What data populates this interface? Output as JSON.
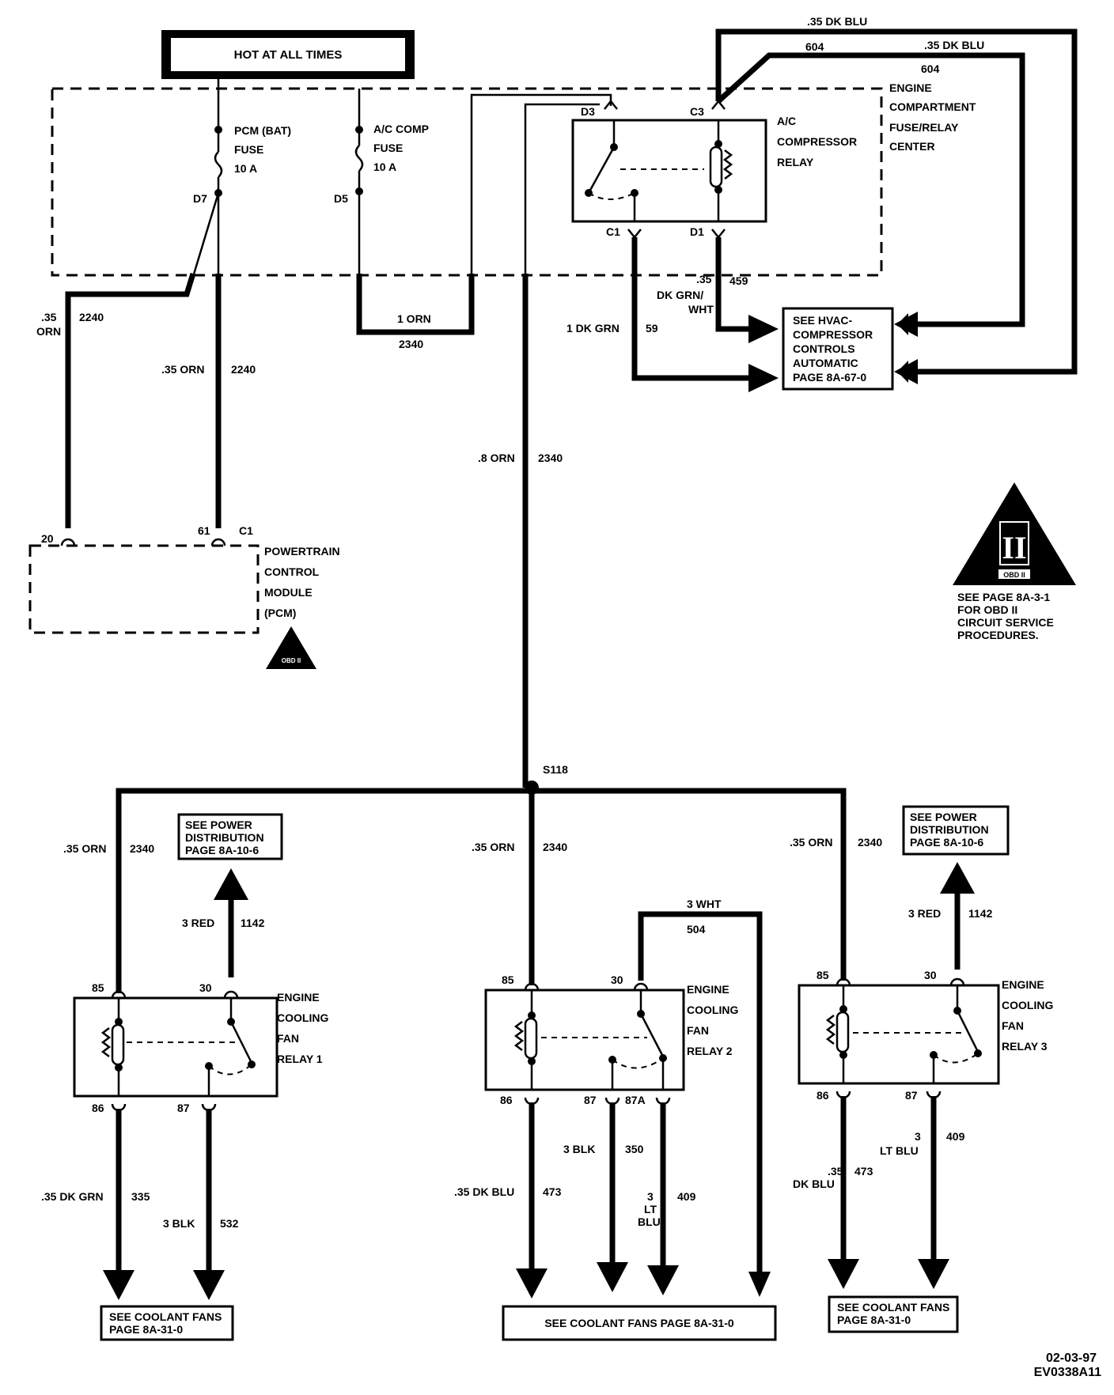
{
  "header_box": "HOT AT ALL TIMES",
  "fuses": {
    "pcm_bat": {
      "name": "PCM (BAT)",
      "word": "FUSE",
      "rating": "10 A",
      "terminal": "D7"
    },
    "ac_comp": {
      "name": "A/C COMP",
      "word": "FUSE",
      "rating": "10 A",
      "terminal": "D5"
    }
  },
  "ac_relay": {
    "lines": [
      "A/C",
      "COMPRESSOR",
      "RELAY"
    ],
    "terminals": {
      "d3": "D3",
      "c3": "C3",
      "c1": "C1",
      "d1": "D1"
    }
  },
  "ecfrc_lines": [
    "ENGINE",
    "COMPARTMENT",
    "FUSE/RELAY",
    "CENTER"
  ],
  "wires": {
    "top_blu_a_gauge": ".35 DK BLU",
    "top_blu_a_circuit": "604",
    "top_blu_b_gauge": ".35 DK BLU",
    "top_blu_b_circuit": "604",
    "pcm20_gauge_1": ".35",
    "pcm20_gauge_2": "ORN",
    "pcm20_circuit": "2240",
    "pcm61_gauge": ".35 ORN",
    "pcm61_circuit": "2240",
    "fuse_orn_gauge": "1 ORN",
    "fuse_orn_circuit": "2340",
    "main_orn_gauge": ".8 ORN",
    "main_orn_circuit": "2340",
    "c1_gauge": "1 DK GRN",
    "c1_circuit": "59",
    "d1_gauge_1": ".35",
    "d1_gauge_2": "DK GRN/",
    "d1_gauge_3": "WHT",
    "d1_circuit": "459"
  },
  "hvac_box": [
    "SEE HVAC-",
    "COMPRESSOR",
    "CONTROLS",
    "AUTOMATIC",
    "PAGE 8A-67-0"
  ],
  "pcm": {
    "lines": [
      "POWERTRAIN",
      "CONTROL",
      "MODULE",
      "(PCM)"
    ],
    "pin20": "20",
    "pin61": "61",
    "connector": "C1"
  },
  "obd": {
    "symbol_small": "OBD II",
    "symbol_numeral": "II",
    "symbol_tag": "OBD II",
    "note": [
      "SEE PAGE 8A-3-1",
      "FOR OBD II",
      "CIRCUIT SERVICE",
      "PROCEDURES."
    ]
  },
  "splice": "S118",
  "branch_wires": {
    "left_gauge": ".35 ORN",
    "left_circuit": "2340",
    "mid_gauge": ".35 ORN",
    "mid_circuit": "2340",
    "right_gauge": ".35 ORN",
    "right_circuit": "2340"
  },
  "power_dist_left": [
    "SEE POWER",
    "DISTRIBUTION",
    "PAGE 8A-10-6"
  ],
  "power_dist_right": [
    "SEE POWER",
    "DISTRIBUTION",
    "PAGE 8A-10-6"
  ],
  "red_left": {
    "gauge": "3 RED",
    "circuit": "1142"
  },
  "red_right": {
    "gauge": "3 RED",
    "circuit": "1142"
  },
  "wht_jumper": {
    "gauge": "3 WHT",
    "circuit": "504"
  },
  "relay1": {
    "lines": [
      "ENGINE",
      "COOLING",
      "FAN",
      "RELAY 1"
    ],
    "pins": {
      "p85": "85",
      "p30": "30",
      "p86": "86",
      "p87": "87"
    }
  },
  "relay2": {
    "lines": [
      "ENGINE",
      "COOLING",
      "FAN",
      "RELAY 2"
    ],
    "pins": {
      "p85": "85",
      "p30": "30",
      "p86": "86",
      "p87": "87",
      "p87a": "87A"
    }
  },
  "relay3": {
    "lines": [
      "ENGINE",
      "COOLING",
      "FAN",
      "RELAY 3"
    ],
    "pins": {
      "p85": "85",
      "p30": "30",
      "p86": "86",
      "p87": "87"
    }
  },
  "out_wires": {
    "r1_86_gauge": ".35 DK GRN",
    "r1_86_circuit": "335",
    "r1_87_gauge": "3 BLK",
    "r1_87_circuit": "532",
    "r2_86_gauge": ".35 DK BLU",
    "r2_86_circuit": "473",
    "r2_87_gauge": "3 BLK",
    "r2_87_circuit": "350",
    "r2_87a_gauge_1": "3",
    "r2_87a_gauge_2": "LT",
    "r2_87a_gauge_3": "BLU",
    "r2_87a_circuit": "409",
    "r3_86_gauge_1": ".35",
    "r3_86_gauge_2": "DK BLU",
    "r3_86_circuit": "473",
    "r3_87_gauge_1": "3",
    "r3_87_gauge_2": "LT BLU",
    "r3_87_circuit": "409"
  },
  "coolant_left": [
    "SEE COOLANT FANS",
    "PAGE 8A-31-0"
  ],
  "coolant_mid": "SEE COOLANT FANS PAGE 8A-31-0",
  "coolant_right": [
    "SEE COOLANT FANS",
    "PAGE 8A-31-0"
  ],
  "footer": {
    "date": "02-03-97",
    "code": "EV0338A11"
  }
}
